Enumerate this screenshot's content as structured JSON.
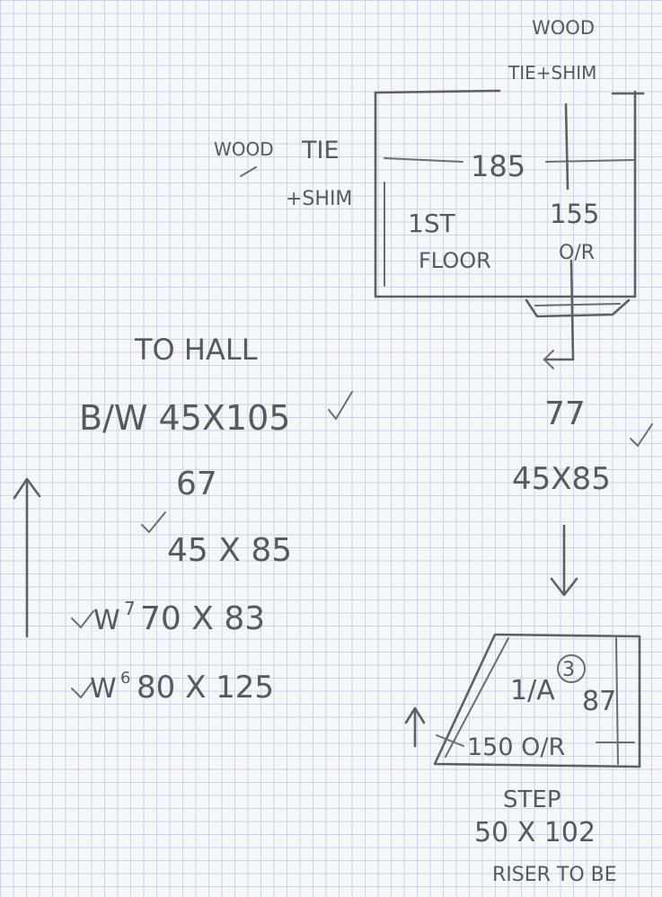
{
  "top_plan": {
    "top_label_line1": "WOOD",
    "top_label_line2": "TIE+SHIM",
    "left_label_line1": "WOOD",
    "left_label_line2": "TIE",
    "left_label_line3": "+SHIM",
    "width_dim": "185",
    "room_line1": "1ST",
    "room_line2": "FLOOR",
    "depth_dim_line1": "155",
    "depth_dim_line2": "O/R"
  },
  "notes": {
    "to_hall": "TO HALL",
    "line1": "B/W 45X105",
    "line2": "67",
    "line3": "45 X 85",
    "line4_marker": "W",
    "line4_super": "7",
    "line4": "70 X 83",
    "line5_marker": "W",
    "line5_super": "6",
    "line5": "80 X 125"
  },
  "right_notes": {
    "dim1": "77",
    "dim2": "45X85"
  },
  "step_plan": {
    "label": "1/A",
    "circle_num": "3",
    "depth_dim": "87",
    "width_dim": "150 O/R"
  },
  "footer": {
    "line1": "STEP",
    "line2": "50 X 102",
    "line3": "RISER TO BE"
  }
}
